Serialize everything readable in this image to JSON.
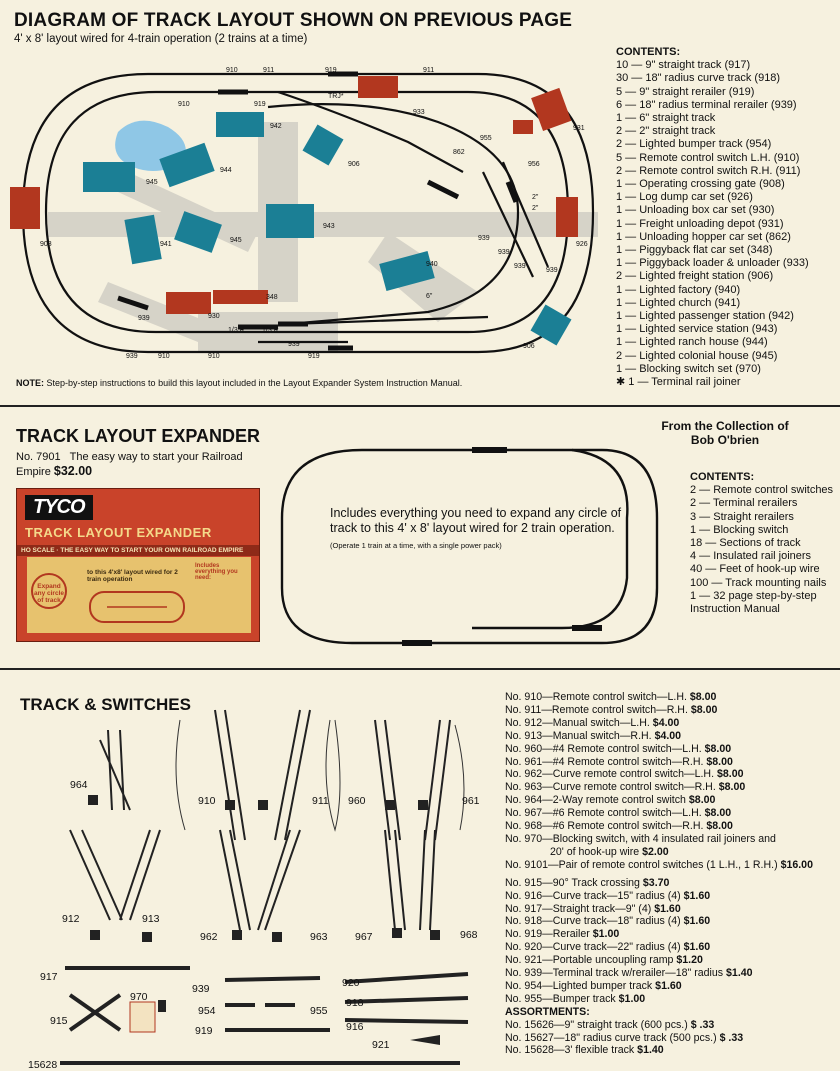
{
  "layout_section": {
    "title": "DIAGRAM OF TRACK LAYOUT SHOWN ON PREVIOUS PAGE",
    "subtitle": "4' x 8' layout wired for 4-train operation (2 trains at a time)",
    "contents_heading": "CONTENTS:",
    "contents": [
      "10 — 9\" straight track (917)",
      "30 — 18\" radius curve track (918)",
      "5 — 9\" straight rerailer (919)",
      "6 — 18\" radius terminal rerailer (939)",
      "1 — 6\" straight track",
      "2 — 2\" straight track",
      "2 — Lighted bumper track (954)",
      "5 — Remote control switch L.H. (910)",
      "2 — Remote control switch R.H. (911)",
      "1 — Operating crossing gate (908)",
      "1 — Log dump car set (926)",
      "1 — Unloading box car set (930)",
      "1 — Freight unloading depot (931)",
      "1 — Unloading hopper car set (862)",
      "1 — Piggyback flat car set (348)",
      "1 — Piggyback loader & unloader (933)",
      "2 — Lighted freight station (906)",
      "1 — Lighted factory (940)",
      "1 — Lighted church (941)",
      "1 — Lighted passenger station (942)",
      "1 — Lighted service station (943)",
      "1 — Lighted ranch house (944)",
      "2 — Lighted colonial house (945)",
      "1 — Blocking switch set (970)",
      "✱ 1 — Terminal rail joiner"
    ],
    "note_label": "NOTE:",
    "note_text": "Step-by-step instructions to build this layout included in the Layout Expander System Instruction Manual.",
    "diagram_labels": [
      "910",
      "911",
      "919",
      "911",
      "910",
      "919",
      "TRJ*",
      "933",
      "931",
      "942",
      "862",
      "955",
      "906",
      "945",
      "944",
      "943",
      "956",
      "2\"",
      "2\"",
      "908",
      "941",
      "945",
      "939",
      "939",
      "926",
      "939",
      "939",
      "939",
      "940",
      "6\"",
      "348",
      "939",
      "930",
      "939",
      "1/3 R",
      "1/3 R",
      "906",
      "939",
      "910",
      "910",
      "919",
      "919"
    ]
  },
  "expander_section": {
    "title": "TRACK LAYOUT EXPANDER",
    "number": "No. 7901",
    "tagline": "The easy way to start your Railroad Empire",
    "price": "$32.00",
    "collection_line1": "From the Collection of",
    "collection_line2": "Bob O'brien",
    "description": "Includes everything you need to expand any circle of track to this 4' x 8' layout wired for 2 train operation.",
    "description_small": "(Operate 1 train at a time, with a single power pack)",
    "contents_heading": "CONTENTS:",
    "contents": [
      "2 — Remote control switches",
      "2 — Terminal rerailers",
      "3 — Straight rerailers",
      "1 — Blocking switch",
      "18 — Sections of track",
      "4 — Insulated rail joiners",
      "40 — Feet of hook-up wire",
      "100 — Track mounting nails",
      "1 — 32 page step-by-step Instruction Manual"
    ],
    "box_logo": "TYCO",
    "box_title": "TRACK LAYOUT EXPANDER",
    "box_banner": "HO SCALE · THE EASY WAY TO START YOUR OWN RAILROAD EMPIRE",
    "box_left": "Expand any circle of track",
    "box_mid": "to this 4'x8' layout wired for 2 train operation",
    "box_right": "Includes everything you need:"
  },
  "switches_section": {
    "title": "TRACK & SWITCHES",
    "items": [
      {
        "text": "No. 910—Remote control switch—L.H.",
        "price": "$8.00"
      },
      {
        "text": "No. 911—Remote control switch—R.H.",
        "price": "$8.00"
      },
      {
        "text": "No. 912—Manual switch—L.H.",
        "price": "$4.00"
      },
      {
        "text": "No. 913—Manual switch—R.H.",
        "price": "$4.00"
      },
      {
        "text": "No. 960—#4 Remote control switch—L.H.",
        "price": "$8.00"
      },
      {
        "text": "No. 961—#4 Remote control switch—R.H.",
        "price": "$8.00"
      },
      {
        "text": "No. 962—Curve remote control switch—L.H.",
        "price": "$8.00"
      },
      {
        "text": "No. 963—Curve remote control switch—R.H.",
        "price": "$8.00"
      },
      {
        "text": "No. 964—2-Way remote control switch",
        "price": "$8.00"
      },
      {
        "text": "No. 967—#6 Remote control switch—L.H.",
        "price": "$8.00"
      },
      {
        "text": "No. 968—#6 Remote control switch—R.H.",
        "price": "$8.00"
      },
      {
        "text": "No. 970—Blocking switch, with 4 insulated rail joiners and",
        "price": ""
      },
      {
        "text": "20' of hook-up wire",
        "price": "$2.00",
        "indent": true
      },
      {
        "text": "No. 9101—Pair of remote control switches (1 L.H., 1 R.H.)",
        "price": "$16.00"
      }
    ],
    "items2": [
      {
        "text": "No. 915—90° Track crossing",
        "price": "$3.70"
      },
      {
        "text": "No. 916—Curve track—15\" radius (4)",
        "price": "$1.60"
      },
      {
        "text": "No. 917—Straight track—9\" (4)",
        "price": "$1.60"
      },
      {
        "text": "No. 918—Curve track—18\" radius (4)",
        "price": "$1.60"
      },
      {
        "text": "No. 919—Rerailer",
        "price": "$1.00"
      },
      {
        "text": "No. 920—Curve track—22\" radius (4)",
        "price": "$1.60"
      },
      {
        "text": "No. 921—Portable uncoupling ramp",
        "price": "$1.20"
      },
      {
        "text": "No. 939—Terminal track w/rerailer—18\" radius",
        "price": "$1.40"
      },
      {
        "text": "No. 954—Lighted bumper track",
        "price": "$1.60"
      },
      {
        "text": "No. 955—Bumper track",
        "price": "$1.00"
      }
    ],
    "assort_heading": "ASSORTMENTS:",
    "assortments": [
      {
        "text": "No. 15626—9\" straight track (600 pcs.)",
        "price": "$ .33"
      },
      {
        "text": "No. 15627—18\" radius curve track (500 pcs.)",
        "price": "$ .33"
      },
      {
        "text": "No. 15628—3' flexible track",
        "price": "$1.40"
      }
    ],
    "photo_labels": [
      "964",
      "910",
      "911",
      "960",
      "961",
      "912",
      "913",
      "962",
      "963",
      "967",
      "968",
      "917",
      "970",
      "915",
      "939",
      "954",
      "955",
      "919",
      "920",
      "918",
      "916",
      "921",
      "15628"
    ]
  },
  "colors": {
    "background": "#f6f1df",
    "building_blue": "#1b7f95",
    "building_red": "#b2371f",
    "grass": "#d6d3c8",
    "lake": "#8fc7e6"
  }
}
